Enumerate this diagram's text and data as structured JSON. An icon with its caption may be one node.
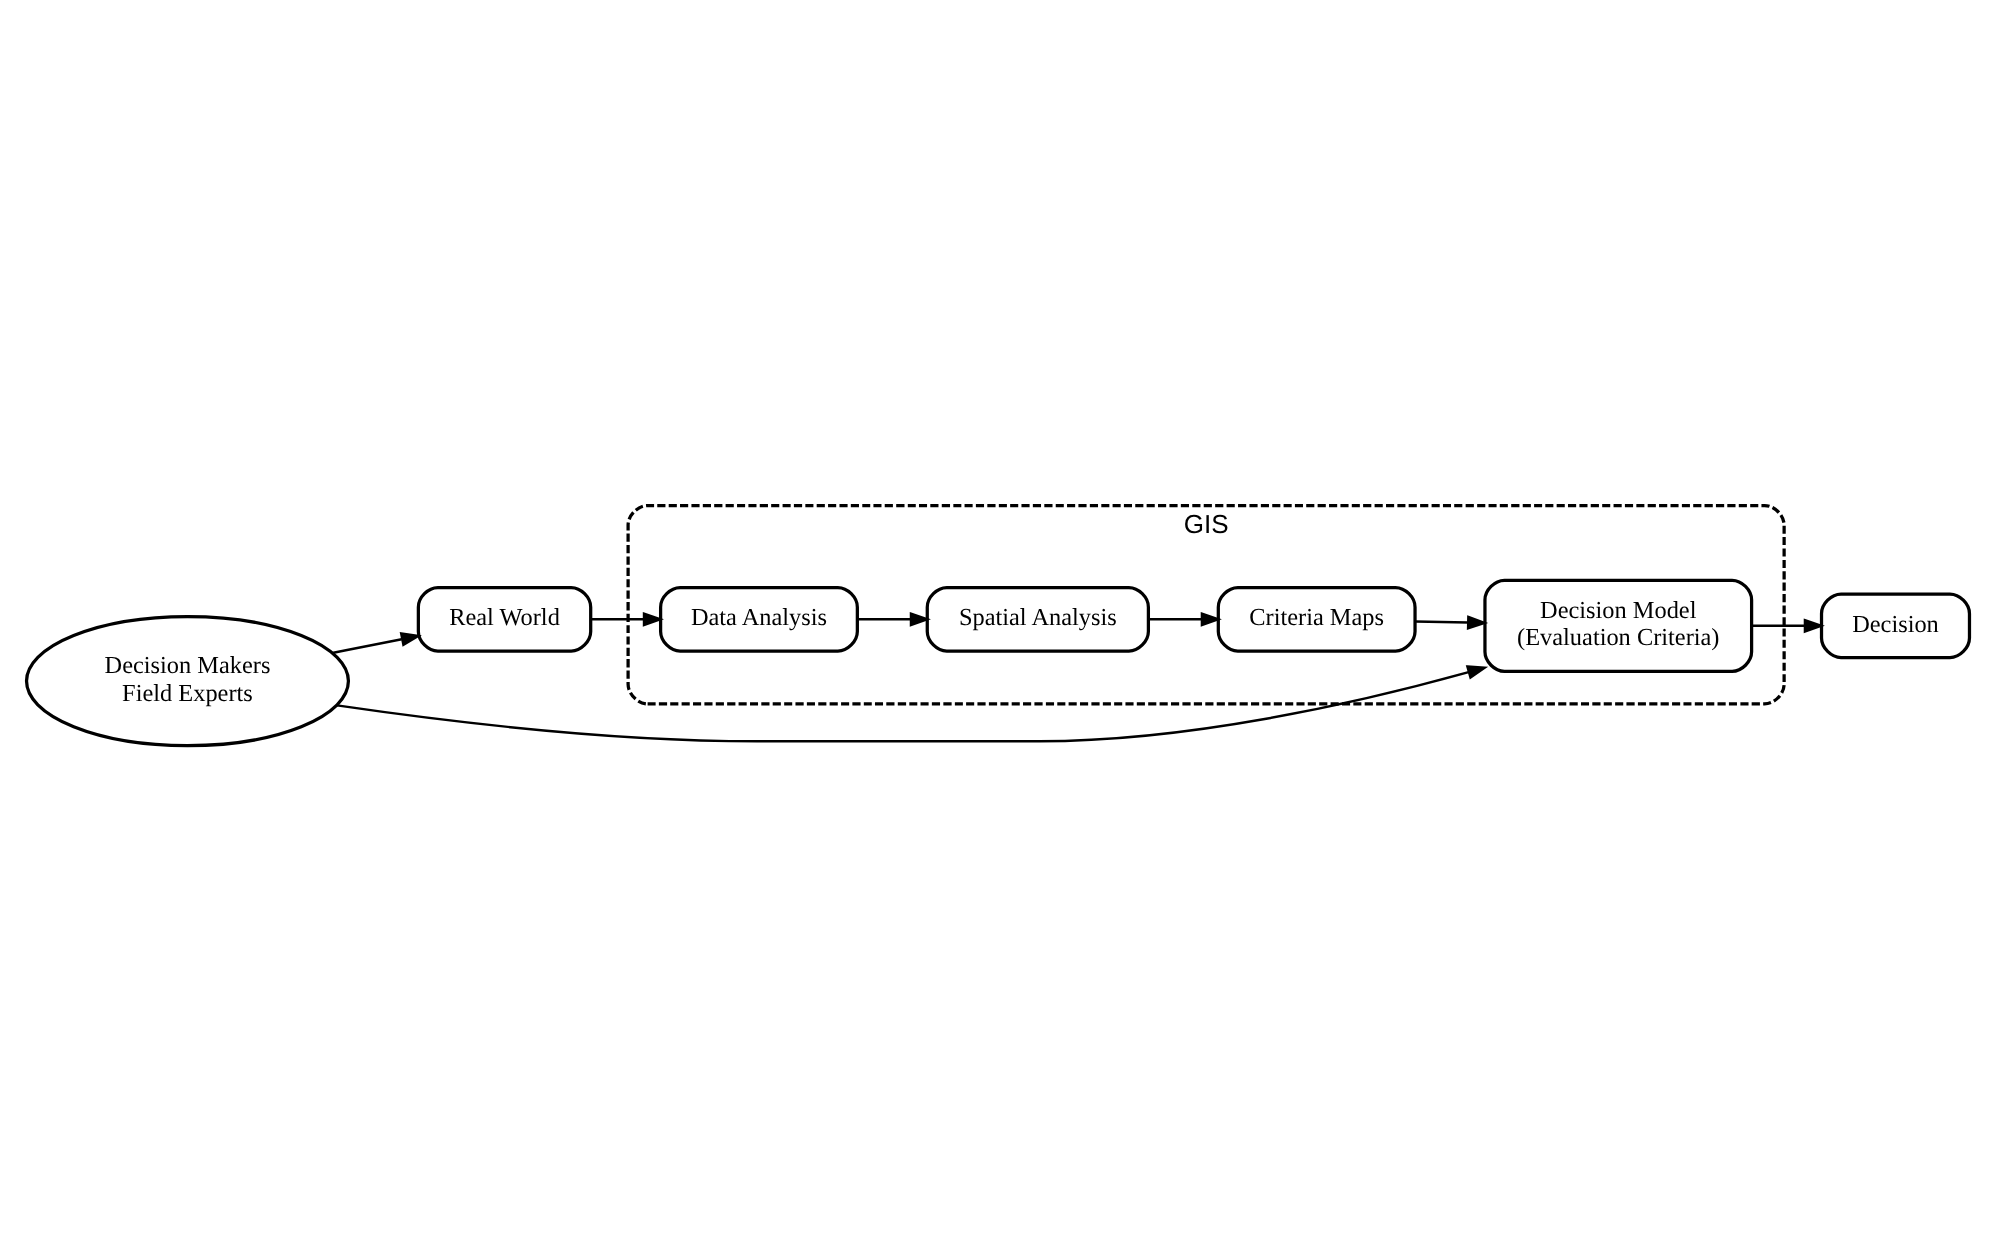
{
  "diagram": {
    "nodes": [
      {
        "text": [
          "Decision Makers",
          "Field Experts"
        ]
      },
      {
        "text": [
          "Real World"
        ]
      },
      {
        "text": [
          "GIS"
        ]
      },
      {
        "text": [
          "Data Analysis"
        ],
        "in": 2
      },
      {
        "text": [
          "Spatial Analysis"
        ],
        "in": 2
      },
      {
        "text": [
          "Criteria Maps"
        ],
        "in": 2
      },
      {
        "text": [
          "Decision Model",
          "(Evaluation Criteria)"
        ],
        "in": 2
      },
      {
        "text": [
          "Decision"
        ]
      }
    ],
    "edges": [
      {
        "from": 0,
        "to": 1,
        "arrow": "to"
      },
      {
        "from": 1,
        "to": 3,
        "arrow": "to"
      },
      {
        "from": 3,
        "to": 4,
        "arrow": "to"
      },
      {
        "from": 4,
        "to": 5,
        "arrow": "to"
      },
      {
        "from": 5,
        "to": 6,
        "arrow": "to"
      },
      {
        "from": 0,
        "to": 6,
        "arrow": "to"
      },
      {
        "from": 6,
        "to": 7,
        "arrow": "to"
      }
    ]
  }
}
